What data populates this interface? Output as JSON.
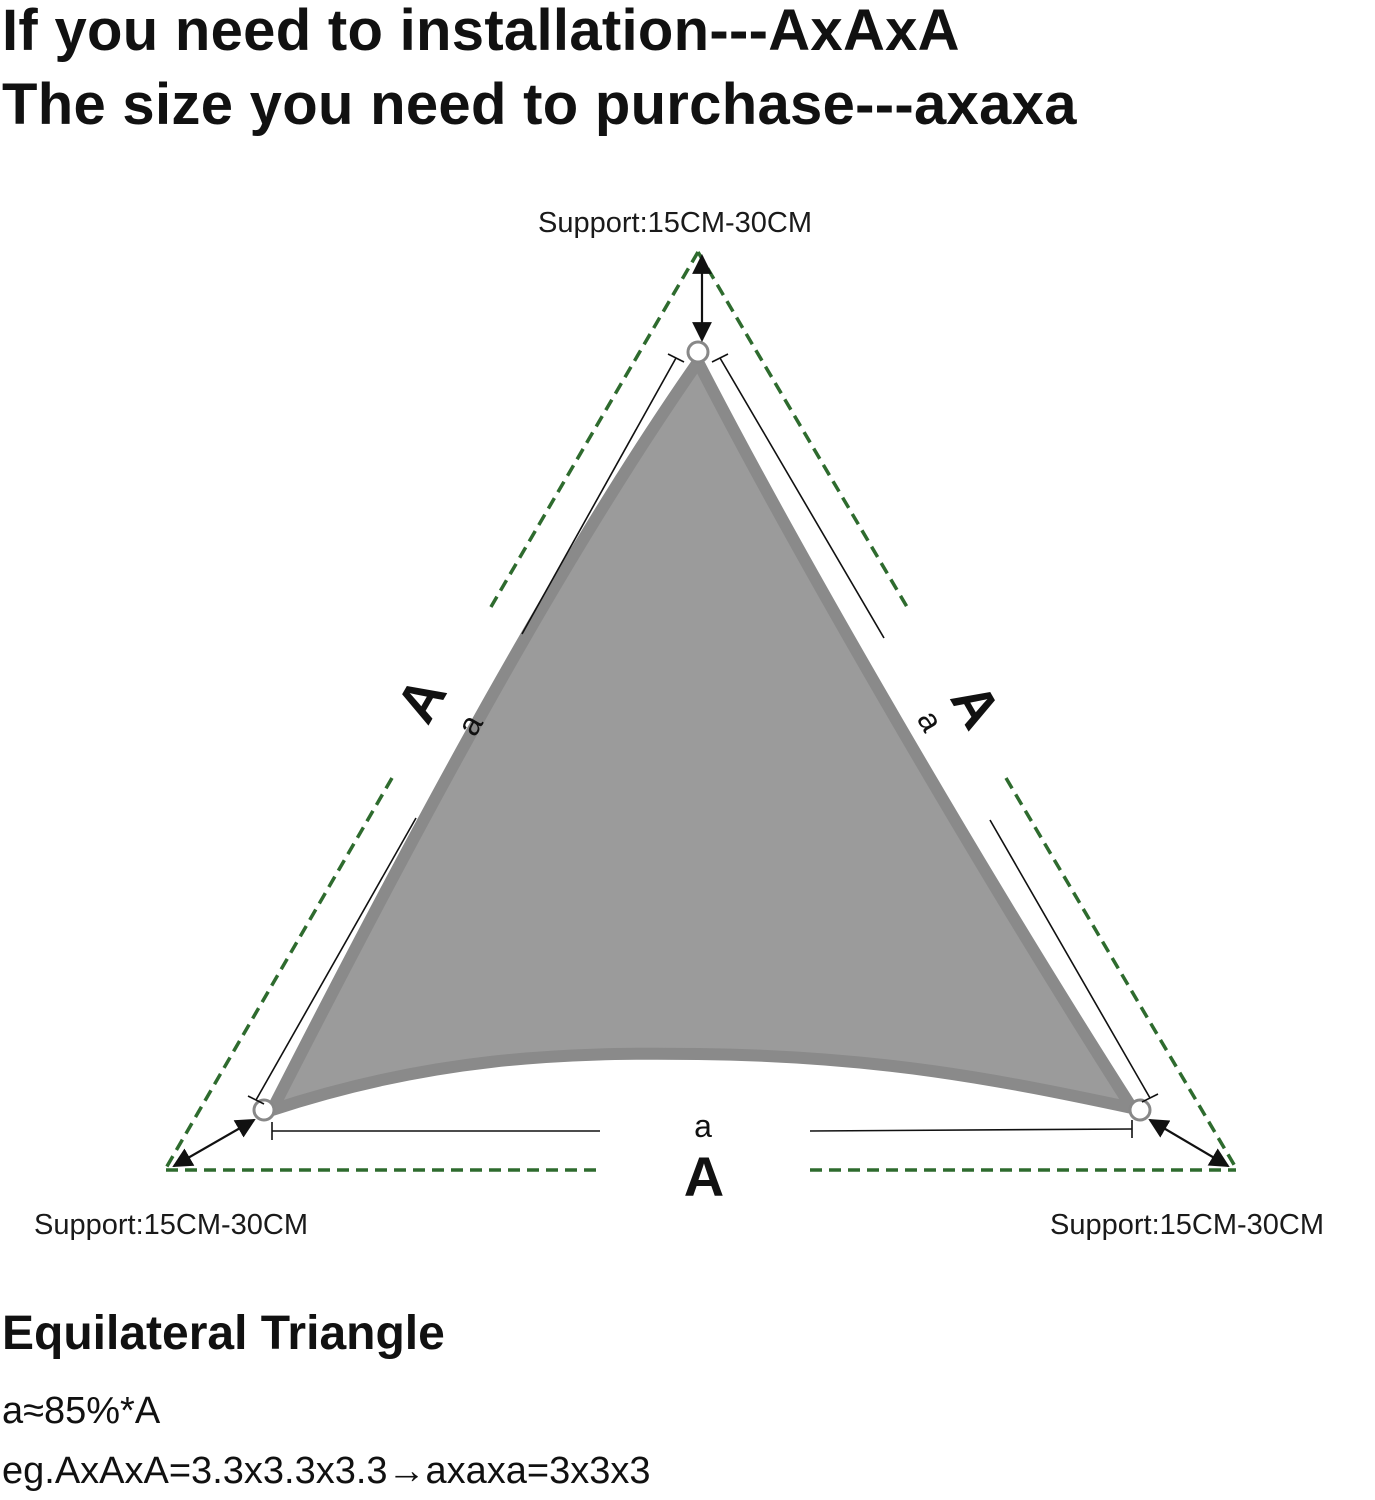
{
  "headline": {
    "line1": "If you need to installation---AxAxA",
    "line2": "The size you need to purchase---axaxa"
  },
  "diagram": {
    "support_top": "Support:15CM-30CM",
    "support_left": "Support:15CM-30CM",
    "support_right": "Support:15CM-30CM",
    "install_label_left": "A",
    "install_label_right": "A",
    "install_label_bottom": "A",
    "sail_label_left": "a",
    "sail_label_right": "a",
    "sail_label_bottom": "a",
    "colors": {
      "dashed_outline": "#2e6b2e",
      "sail_fill": "#9b9b9b",
      "sail_edge": "#8a8a8a",
      "ring": "#bbbbbb",
      "lines": "#111111"
    }
  },
  "footer": {
    "title": "Equilateral Triangle",
    "formula": "a≈85%*A",
    "example": "eg.AxAxA=3.3x3.3x3.3→axaxa=3x3x3"
  }
}
